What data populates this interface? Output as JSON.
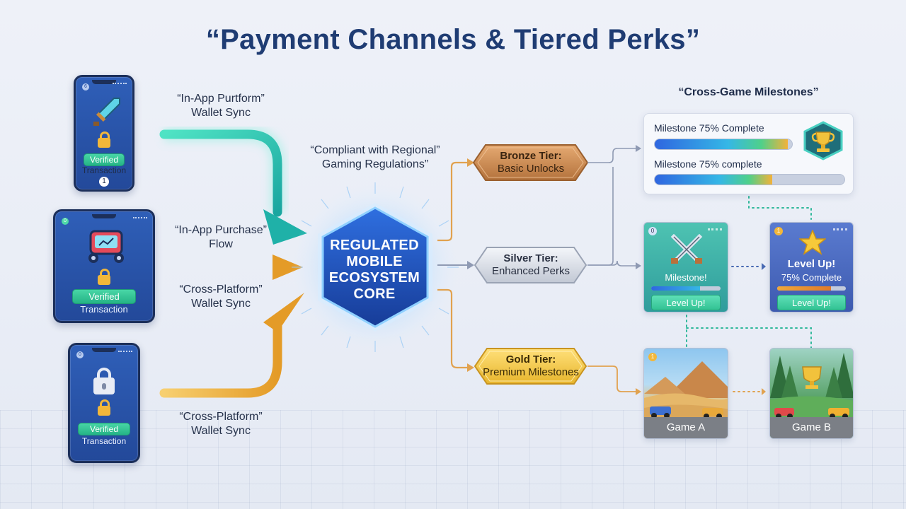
{
  "title": "“Payment Channels & Tiered Perks”",
  "phones": [
    {
      "badge": "Verified",
      "caption": "Transaction",
      "footer": "1"
    },
    {
      "badge": "Verified",
      "caption": "Transaction"
    },
    {
      "badge": "Verified",
      "caption": "Transaction"
    }
  ],
  "flows": {
    "top": [
      "“In-App Purtform”",
      "Wallet Sync"
    ],
    "middle": [
      "“In-App Purchase”",
      "Flow"
    ],
    "middle_lower": [
      "“Cross-Platform”",
      "Wallet Sync"
    ],
    "bottom": [
      "“Cross-Platform”",
      "Wallet Sync"
    ],
    "compliance": [
      "“Compliant with Regional”",
      "Gaming Regulations”"
    ]
  },
  "core": {
    "lines": [
      "REGULATED",
      "MOBILE",
      "ECOSYSTEM",
      "CORE"
    ]
  },
  "tiers": [
    {
      "name": "Bronze Tier:",
      "desc": "Basic Unlocks"
    },
    {
      "name": "Silver Tier:",
      "desc": "Enhanced Perks"
    },
    {
      "name": "Gold Tier:",
      "desc": "Premium Milestones"
    }
  ],
  "milestones": {
    "heading": "“Cross-Game Milestones”",
    "rows": [
      {
        "label": "Milestone 75% Complete",
        "progress": 0.97
      },
      {
        "label": "Milestone 75% complete",
        "progress": 0.62
      }
    ]
  },
  "cards": {
    "milestone": {
      "label": "Milestone!",
      "button": "Level Up!",
      "progress": 0.7
    },
    "levelup": {
      "title": "Level Up!",
      "subtitle": "75% Complete",
      "button": "Level Up!",
      "progress": 0.78
    },
    "game_a": {
      "label": "Game A"
    },
    "game_b": {
      "label": "Game B"
    }
  },
  "colors": {
    "teal_flow": "#27c9b6",
    "gold_flow": "#eea935",
    "core_blue": "#1f4fb8",
    "bronze": "#c98850",
    "silver": "#c9ced8",
    "gold": "#f0c23c"
  }
}
